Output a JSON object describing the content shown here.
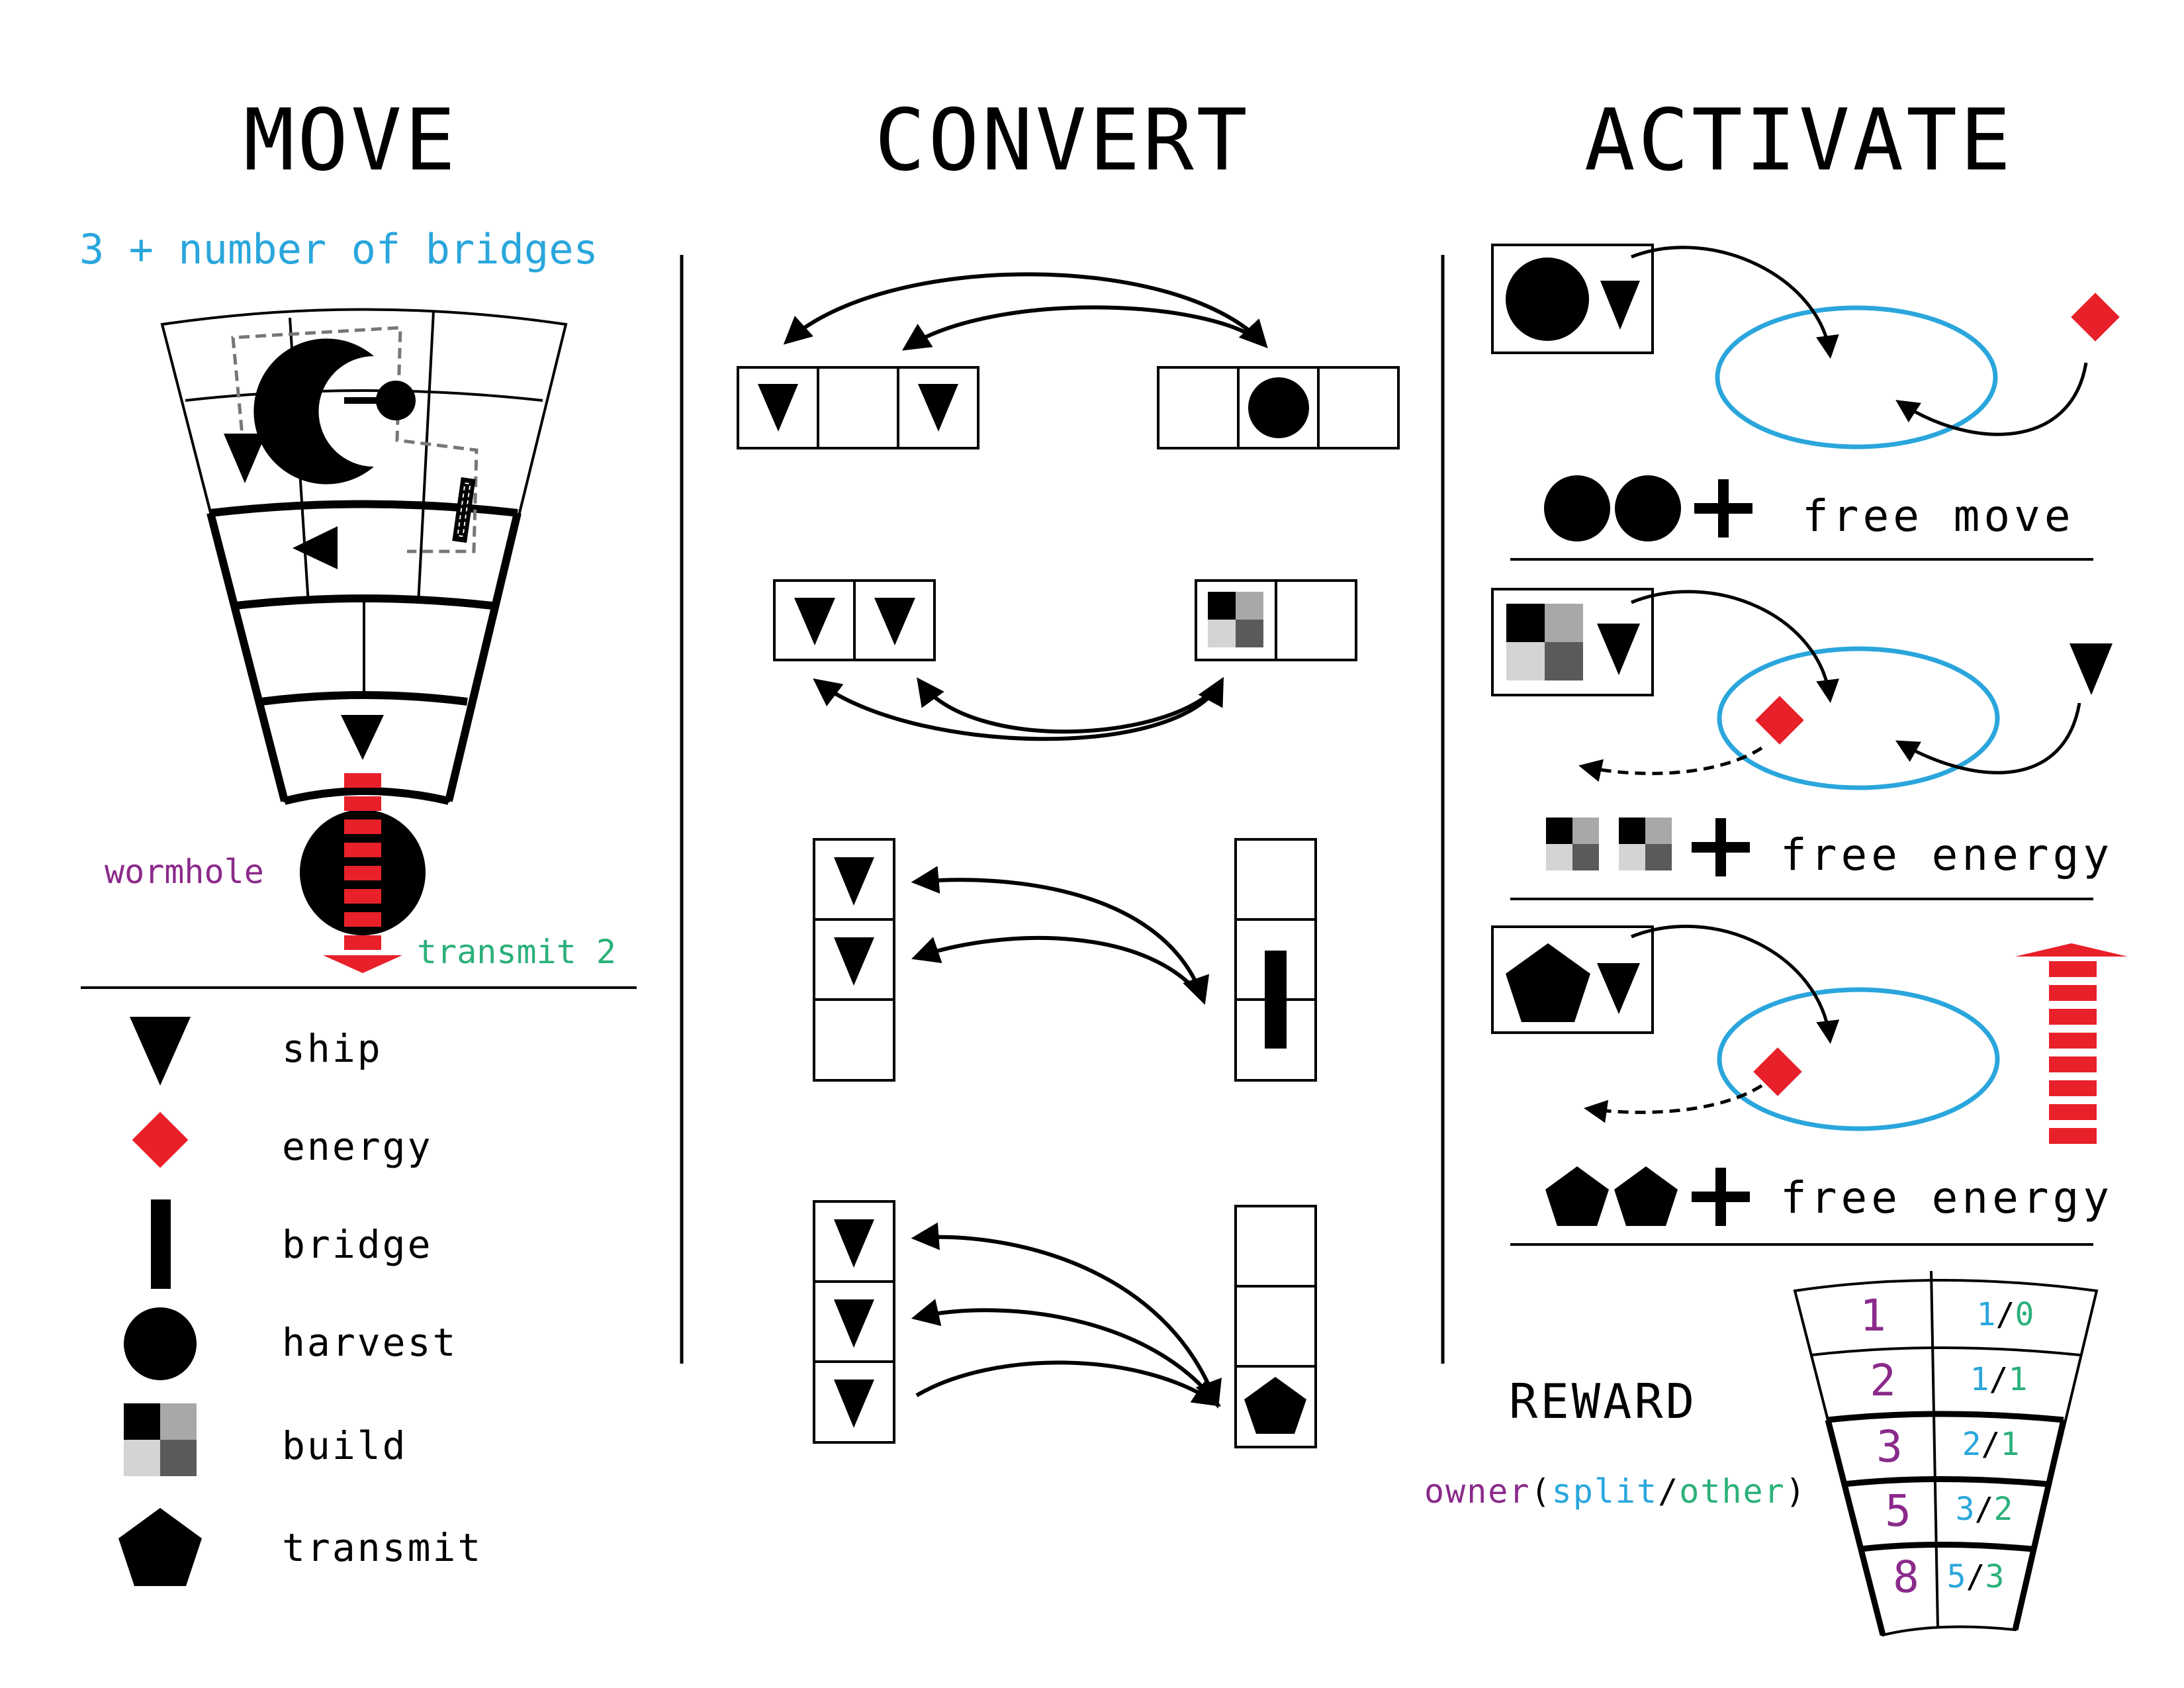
{
  "sections": {
    "move": {
      "title": "MOVE",
      "subtitle": "3 + number of bridges",
      "wormhole_label": "wormhole",
      "transmit_label": "transmit 2"
    },
    "convert": {
      "title": "CONVERT"
    },
    "activate": {
      "title": "ACTIVATE",
      "rows": [
        {
          "bonus_text": "free move"
        },
        {
          "bonus_text": "free energy"
        },
        {
          "bonus_text": "free energy"
        }
      ]
    }
  },
  "legend": [
    {
      "icon": "ship-icon",
      "label": "ship"
    },
    {
      "icon": "energy-icon",
      "label": "energy"
    },
    {
      "icon": "bridge-icon",
      "label": "bridge"
    },
    {
      "icon": "harvest-icon",
      "label": "harvest"
    },
    {
      "icon": "build-icon",
      "label": "build"
    },
    {
      "icon": "transmit-icon",
      "label": "transmit"
    }
  ],
  "reward": {
    "title": "REWARD",
    "caption_owner": "owner",
    "caption_open": "(",
    "caption_split": "split",
    "caption_sep": "/",
    "caption_other": "other",
    "caption_close": ")",
    "rows": [
      {
        "owner": "1",
        "split": "1",
        "other": "0"
      },
      {
        "owner": "2",
        "split": "1",
        "other": "1"
      },
      {
        "owner": "3",
        "split": "2",
        "other": "1"
      },
      {
        "owner": "5",
        "split": "3",
        "other": "2"
      },
      {
        "owner": "8",
        "split": "5",
        "other": "3"
      }
    ]
  },
  "colors": {
    "ink": "#000000",
    "energy_red": "#e8202a",
    "ring_blue": "#2aa6dc",
    "owner_purple": "#8b2a8b",
    "split_cyan": "#2aa6dc",
    "other_green": "#2bb07a",
    "build_light": "#d4d4d4",
    "build_mid": "#a8a8a8",
    "build_dark": "#5a5a5a",
    "path_gray": "#777777"
  }
}
